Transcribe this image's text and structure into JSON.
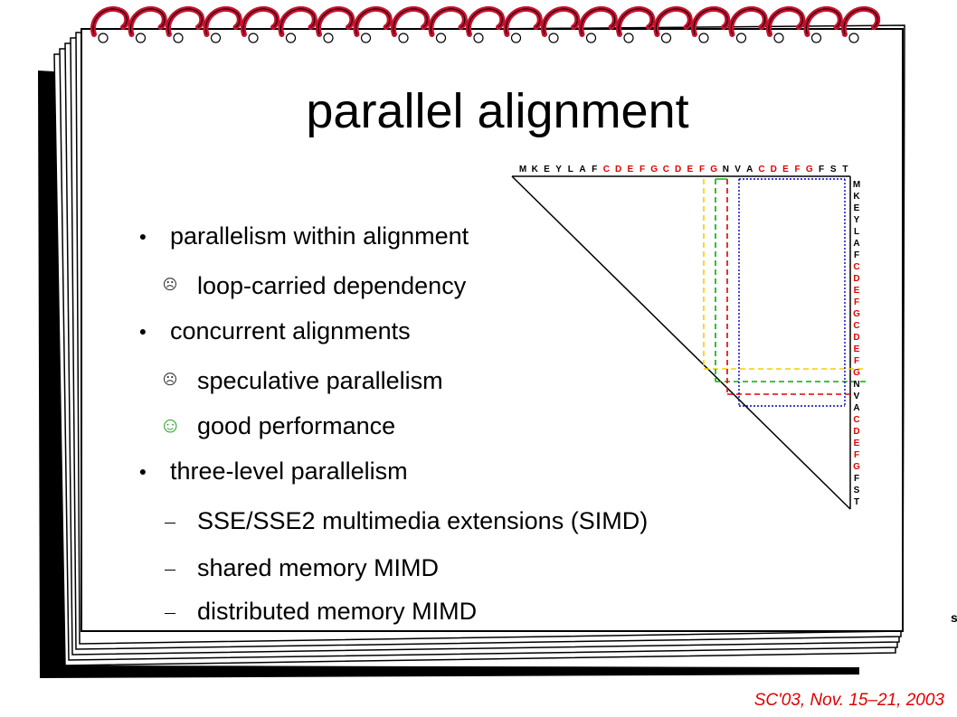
{
  "slide": {
    "title": "parallel alignment",
    "footer": "SC'03, Nov. 15–21, 2003",
    "corner_glyph": "s"
  },
  "bullets": [
    {
      "level": 1,
      "marker": "filled-dot-icon",
      "text": "parallelism within alignment"
    },
    {
      "level": 2,
      "marker": "frown-icon",
      "text": "loop-carried dependency"
    },
    {
      "level": 1,
      "marker": "filled-dot-icon",
      "text": "concurrent alignments"
    },
    {
      "level": 2,
      "marker": "frown-icon",
      "text": "speculative parallelism"
    },
    {
      "level": 2,
      "marker": "smile-icon",
      "text": "good performance"
    },
    {
      "level": 1,
      "marker": "filled-dot-icon",
      "text": "three-level parallelism"
    },
    {
      "level": 2,
      "marker": "dash-icon",
      "text": "SSE/SSE2 multimedia extensions (SIMD)"
    },
    {
      "level": 2,
      "marker": "dash-icon",
      "text": "shared memory MIMD"
    },
    {
      "level": 2,
      "marker": "dash-icon",
      "text": "distributed memory MIMD"
    }
  ],
  "matrix": {
    "sequence": [
      "M",
      "K",
      "E",
      "Y",
      "L",
      "A",
      "F",
      "C",
      "D",
      "E",
      "F",
      "G",
      "C",
      "D",
      "E",
      "F",
      "G",
      "N",
      "V",
      "A",
      "C",
      "D",
      "E",
      "F",
      "G",
      "F",
      "S",
      "T"
    ],
    "highlighted_indices": [
      7,
      8,
      9,
      10,
      11,
      12,
      13,
      14,
      15,
      16,
      20,
      21,
      22,
      23,
      24
    ],
    "colors": {
      "normal": "#000000",
      "highlight": "#e00000",
      "line_yellow": "#f0d000",
      "line_green": "#00b000",
      "line_red": "#e00000",
      "line_blue": "#0000c0"
    }
  }
}
